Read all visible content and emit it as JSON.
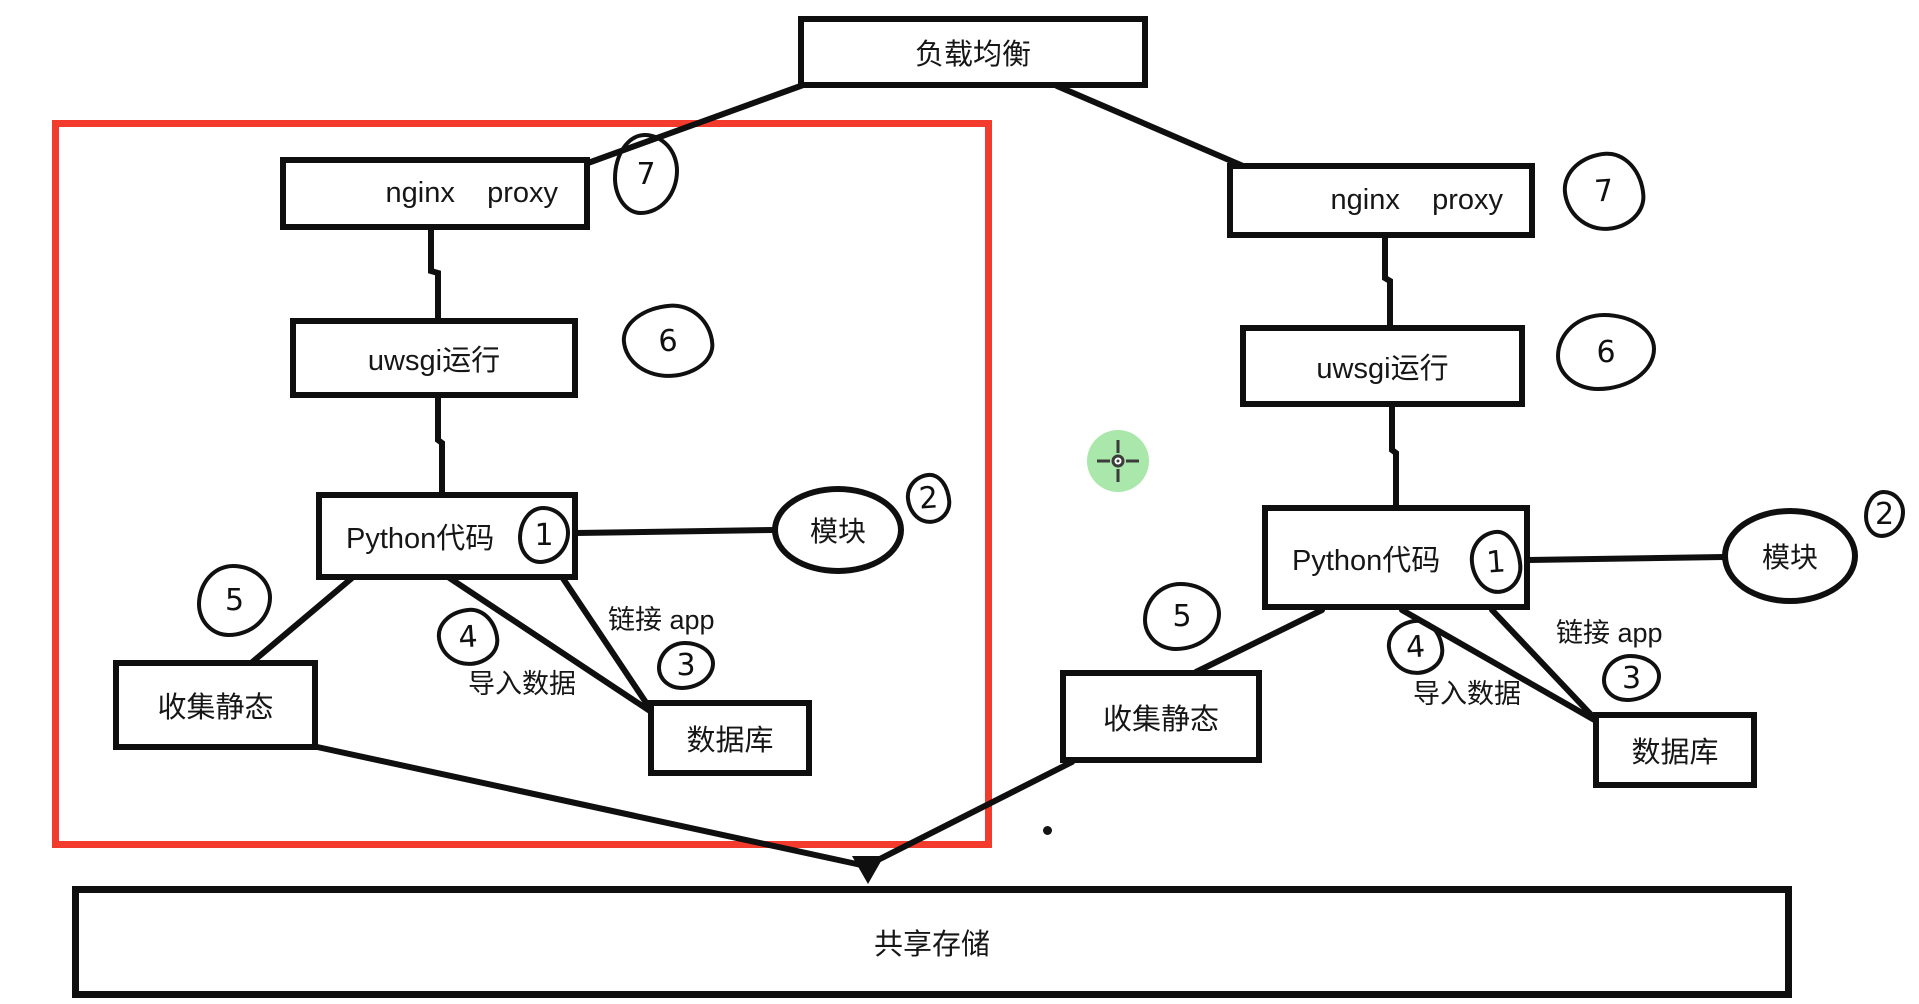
{
  "root_label": "负载均衡",
  "shared_storage_label": "共享存储",
  "colors": {
    "ink": "#0f0f0f",
    "red_frame": "#f23b2c",
    "cursor_green": "#a9e7ab"
  },
  "cursor": {
    "type": "crosshair",
    "note": "green circular pointer halo"
  },
  "branches": [
    {
      "side": "left",
      "nginx_label": "nginx    proxy",
      "uwsgi_label": "uwsgi运行",
      "python_label": "Python代码",
      "module_label": "模块",
      "collect_static_label": "收集静态",
      "database_label": "数据库",
      "edge_labels": {
        "link_app": "链接 app",
        "import_data": "导入数据"
      },
      "step_numbers": {
        "nginx": "7",
        "uwsgi": "6",
        "python": "1",
        "module": "2",
        "collect_static": "5",
        "import_data": "4",
        "database": "3"
      }
    },
    {
      "side": "right",
      "nginx_label": "nginx    proxy",
      "uwsgi_label": "uwsgi运行",
      "python_label": "Python代码",
      "module_label": "模块",
      "collect_static_label": "收集静态",
      "database_label": "数据库",
      "edge_labels": {
        "link_app": "链接 app",
        "import_data": "导入数据"
      },
      "step_numbers": {
        "nginx": "7",
        "uwsgi": "6",
        "python": "1",
        "module": "2",
        "collect_static": "5",
        "import_data": "4",
        "database": "3"
      }
    }
  ]
}
